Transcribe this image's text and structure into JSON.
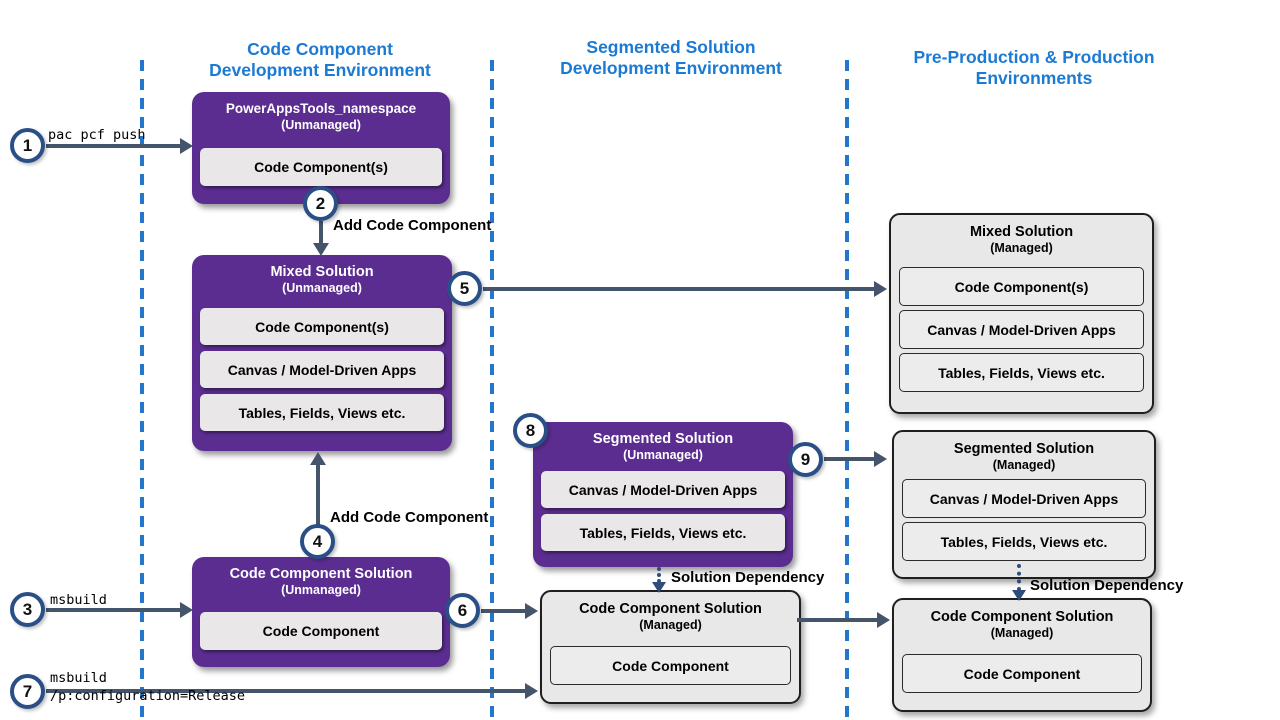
{
  "colors": {
    "purple_box": "#5b2d90",
    "gray_box": "#e9e8e8",
    "header_blue": "#1b7ad3",
    "divider_blue": "#2376cc",
    "arrow": "#44546a",
    "circle_border": "#2a4f86"
  },
  "columns": [
    {
      "line1": "Code Component",
      "line2": "Development Environment"
    },
    {
      "line1": "Segmented Solution",
      "line2": "Development Environment"
    },
    {
      "line1": "Pre-Production & Production",
      "line2": "Environments"
    }
  ],
  "boxes": {
    "powerapps_namespace": {
      "title": "PowerAppsTools_namespace",
      "subtitle": "(Unmanaged)",
      "items": [
        "Code Component(s)"
      ]
    },
    "mixed_unmanaged": {
      "title": "Mixed Solution",
      "subtitle": "(Unmanaged)",
      "items": [
        "Code Component(s)",
        "Canvas / Model-Driven Apps",
        "Tables, Fields, Views etc."
      ]
    },
    "code_component_unmanaged": {
      "title": "Code Component Solution",
      "subtitle": "(Unmanaged)",
      "items": [
        "Code Component"
      ]
    },
    "segmented_unmanaged": {
      "title": "Segmented Solution",
      "subtitle": "(Unmanaged)",
      "items": [
        "Canvas / Model-Driven Apps",
        "Tables, Fields, Views etc."
      ]
    },
    "mixed_managed": {
      "title": "Mixed Solution",
      "subtitle": "(Managed)",
      "items": [
        "Code Component(s)",
        "Canvas / Model-Driven Apps",
        "Tables, Fields, Views etc."
      ]
    },
    "segmented_managed": {
      "title": "Segmented Solution",
      "subtitle": "(Managed)",
      "items": [
        "Canvas / Model-Driven Apps",
        "Tables, Fields, Views etc."
      ]
    },
    "code_component_managed_dev": {
      "title": "Code Component Solution",
      "subtitle": "(Managed)",
      "items": [
        "Code Component"
      ]
    },
    "code_component_managed_prod": {
      "title": "Code Component Solution",
      "subtitle": "(Managed)",
      "items": [
        "Code Component"
      ]
    }
  },
  "steps": {
    "s1": "1",
    "s2": "2",
    "s3": "3",
    "s4": "4",
    "s5": "5",
    "s6": "6",
    "s7": "7",
    "s8": "8",
    "s9": "9"
  },
  "edge_labels": {
    "pac_pcf_push": "pac pcf push",
    "msbuild": "msbuild",
    "msbuild_release_line1": "msbuild",
    "msbuild_release_line2": "/p:configuration=Release",
    "add_code_component_top": "Add Code Component",
    "add_code_component_bottom": "Add Code Component",
    "solution_dependency_mid": "Solution Dependency",
    "solution_dependency_right": "Solution Dependency"
  }
}
